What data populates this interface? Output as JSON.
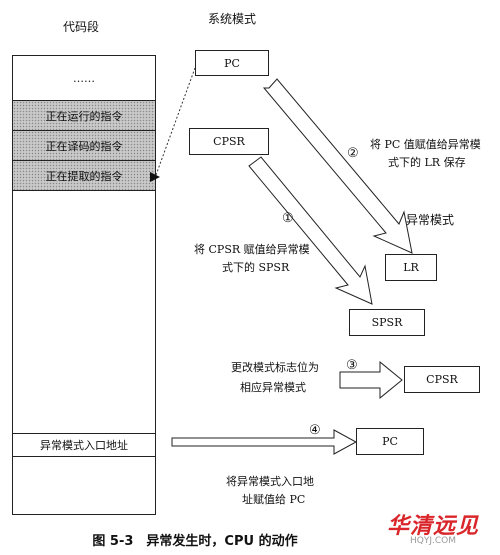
{
  "labels": {
    "code_segment": "代码段",
    "system_mode": "系统模式",
    "exception_mode": "异常模式"
  },
  "code_rows": {
    "ellipsis": "……",
    "executing": "正在运行的指令",
    "decoding": "正在译码的指令",
    "fetching": "正在提取的指令",
    "entry": "异常模式入口地址"
  },
  "registers": {
    "sys_pc": "PC",
    "sys_cpsr": "CPSR",
    "lr": "LR",
    "spsr": "SPSR",
    "exc_cpsr": "CPSR",
    "exc_pc": "PC"
  },
  "steps": {
    "s1_num": "①",
    "s1_line1": "将 CPSR 赋值给异常模",
    "s1_line2": "式下的 SPSR",
    "s2_num": "②",
    "s2_line1": "将 PC 值赋值给异常模",
    "s2_line2": "式下的 LR 保存",
    "s3_num": "③",
    "s3_line1": "更改模式标志位为",
    "s3_line2": "相应异常模式",
    "s4_num": "④",
    "s4_line1": "将异常模式入口地",
    "s4_line2": "址赋值给 PC"
  },
  "caption": "图 5-3　异常发生时，CPU 的动作",
  "watermark": {
    "text": "华清远见",
    "sub": "HQYJ.COM"
  },
  "colors": {
    "shade": "#c9c9c9",
    "watermark": "#d9262b"
  }
}
